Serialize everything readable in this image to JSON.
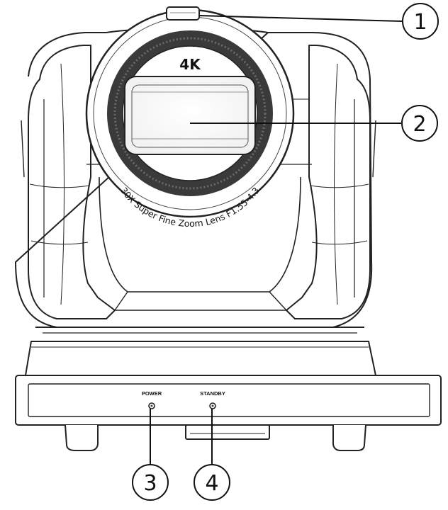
{
  "diagram": {
    "lens_brand": "4K",
    "lens_ring_text": "30X Super Fine Zoom Lens  F1.55-4.3",
    "indicators": {
      "power_label": "POWER",
      "standby_label": "STANDBY"
    },
    "callouts": [
      {
        "number": "1"
      },
      {
        "number": "2"
      },
      {
        "number": "3"
      },
      {
        "number": "4"
      }
    ]
  }
}
